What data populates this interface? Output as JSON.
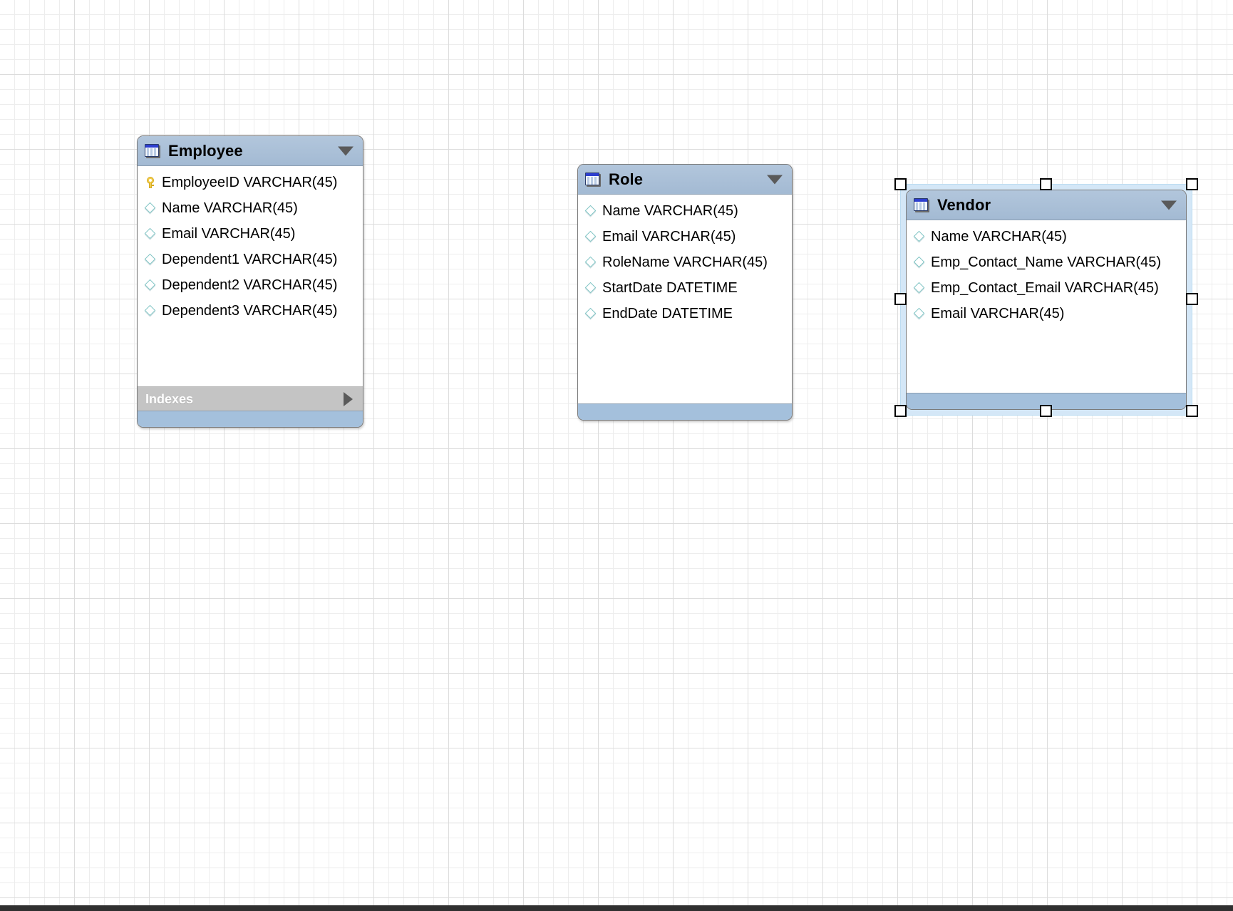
{
  "app": {
    "surface": "eer-diagram-canvas",
    "grid_minor_color": "#ededed",
    "grid_major_color": "#dcdcdc",
    "background_color": "#ffffff",
    "bottom_bar_color": "#303030",
    "header_color": "#a3bad3",
    "indexes_bar_color": "#c4c4c4",
    "footer_strip_color": "#a4c0dc",
    "selection_halo_color": "#d4e7f7"
  },
  "tables": [
    {
      "name": "Employee",
      "icon": "table-icon",
      "collapse_icon": "chevron-down-icon",
      "selected": false,
      "columns": [
        {
          "icon": "key-icon",
          "label": "EmployeeID VARCHAR(45)"
        },
        {
          "icon": "diamond-icon",
          "label": "Name VARCHAR(45)"
        },
        {
          "icon": "diamond-icon",
          "label": "Email VARCHAR(45)"
        },
        {
          "icon": "diamond-icon",
          "label": "Dependent1 VARCHAR(45)"
        },
        {
          "icon": "diamond-icon",
          "label": "Dependent2 VARCHAR(45)"
        },
        {
          "icon": "diamond-icon",
          "label": "Dependent3 VARCHAR(45)"
        }
      ],
      "indexes_section": {
        "label": "Indexes",
        "expand_icon": "chevron-right-icon",
        "visible": true
      }
    },
    {
      "name": "Role",
      "icon": "table-icon",
      "collapse_icon": "chevron-down-icon",
      "selected": false,
      "columns": [
        {
          "icon": "diamond-icon",
          "label": "Name VARCHAR(45)"
        },
        {
          "icon": "diamond-icon",
          "label": "Email VARCHAR(45)"
        },
        {
          "icon": "diamond-icon",
          "label": "RoleName VARCHAR(45)"
        },
        {
          "icon": "diamond-icon",
          "label": "StartDate DATETIME"
        },
        {
          "icon": "diamond-icon",
          "label": "EndDate DATETIME"
        }
      ],
      "indexes_section": {
        "label": "",
        "expand_icon": "",
        "visible": false
      }
    },
    {
      "name": "Vendor",
      "icon": "table-icon",
      "collapse_icon": "chevron-down-icon",
      "selected": true,
      "columns": [
        {
          "icon": "diamond-icon",
          "label": "Name VARCHAR(45)"
        },
        {
          "icon": "diamond-icon",
          "label": "Emp_Contact_Name VARCHAR(45)"
        },
        {
          "icon": "diamond-icon",
          "label": "Emp_Contact_Email VARCHAR(45)"
        },
        {
          "icon": "diamond-icon",
          "label": "Email VARCHAR(45)"
        }
      ],
      "indexes_section": {
        "label": "",
        "expand_icon": "",
        "visible": false
      },
      "selection_handles": [
        "handle-top-left",
        "handle-top-center",
        "handle-top-right",
        "handle-middle-left",
        "handle-middle-right",
        "handle-bottom-left",
        "handle-bottom-center",
        "handle-bottom-right"
      ]
    }
  ]
}
